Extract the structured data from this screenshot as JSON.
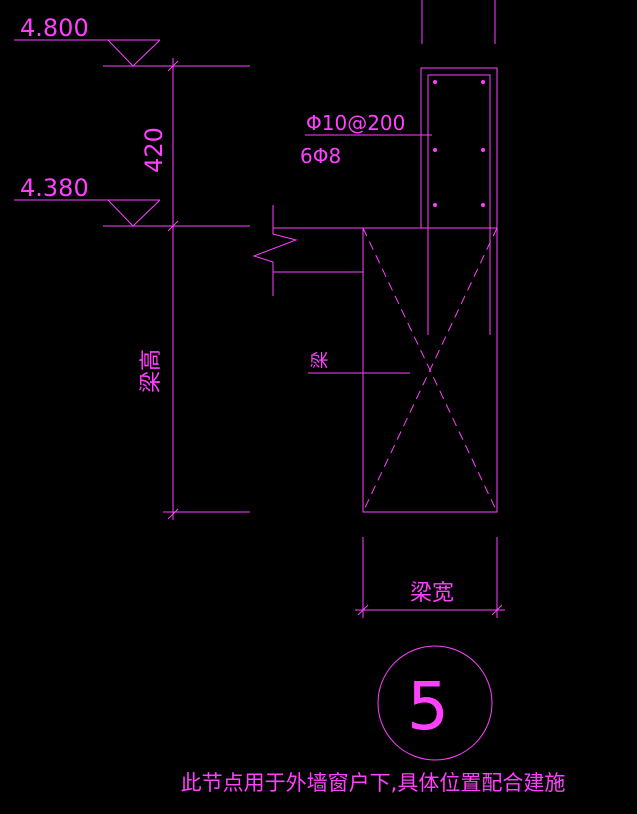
{
  "drawing": {
    "line_color": "#ff40ff",
    "background": "#000000",
    "levels": {
      "top": "4.800",
      "bottom": "4.380"
    },
    "dim_height": "420",
    "beam_height_label": "梁高",
    "beam_width_label": "梁宽",
    "beam_label": "梁",
    "rebar": {
      "stirrup": "Φ10@200",
      "longitudinal": "6Φ8"
    },
    "detail_number": "5",
    "note": "此节点用于外墙窗户下,具体位置配合建施"
  }
}
